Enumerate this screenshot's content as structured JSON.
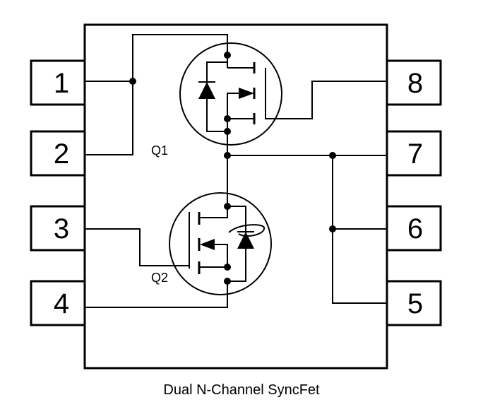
{
  "diagram": {
    "pins": {
      "p1": "1",
      "p2": "2",
      "p3": "3",
      "p4": "4",
      "p5": "5",
      "p6": "6",
      "p7": "7",
      "p8": "8"
    },
    "transistors": {
      "q1": "Q1",
      "q2": "Q2"
    },
    "caption": "Dual N-Channel SyncFet"
  }
}
